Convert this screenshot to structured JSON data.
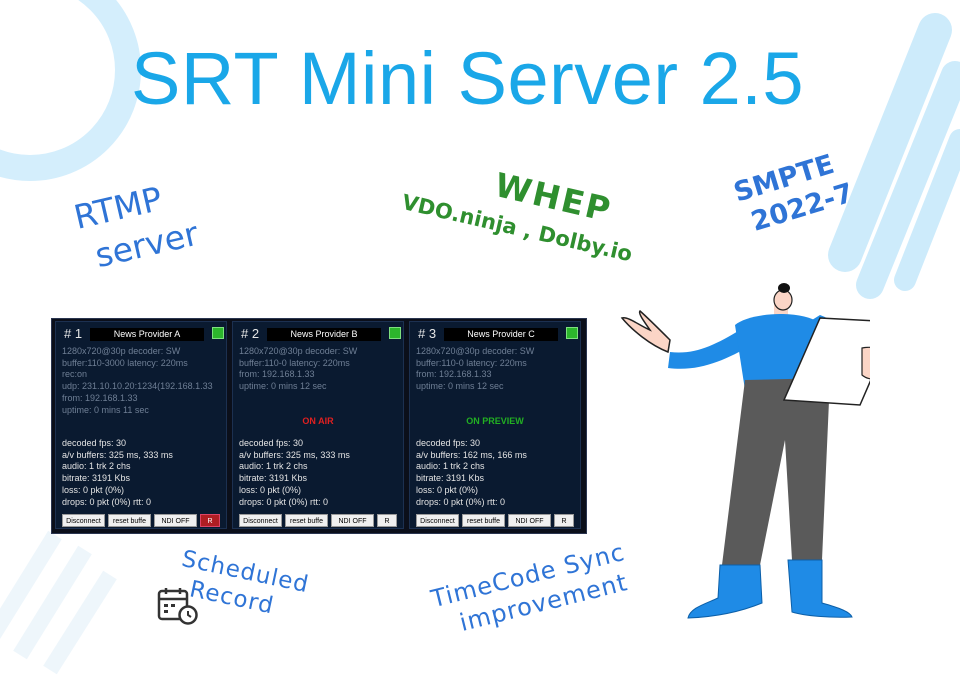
{
  "title": "SRT Mini Server 2.5",
  "features": {
    "rtmp_line1": "RTMP",
    "rtmp_line2": "server",
    "whep": "WHEP",
    "whep_sub": "VDO.ninja , Dolby.io",
    "smpte_line1": "SMPTE",
    "smpte_line2": "2022-7",
    "scheduled_line1": "Scheduled",
    "scheduled_line2": "Record",
    "timecode_line1": "TimeCode Sync",
    "timecode_line2": "improvement"
  },
  "channels": [
    {
      "number": "# 1",
      "name": "News Provider A",
      "info": [
        "1280x720@30p decoder: SW",
        "buffer:110-3000 latency: 220ms",
        "rec:on",
        "udp: 231.10.10.20:1234(192.168.1.33",
        "from: 192.168.1.33",
        "uptime:  0 mins 11 sec"
      ],
      "status": "",
      "stats": [
        "decoded fps: 30",
        "a/v buffers: 325 ms, 333 ms",
        "audio: 1 trk 2 chs",
        "bitrate: 3191 Kbs",
        "loss: 0 pkt (0%)",
        "drops: 0 pkt (0%) rtt: 0"
      ],
      "buttons": [
        "Disconnect",
        "reset buffe",
        "NDI OFF",
        "R"
      ]
    },
    {
      "number": "# 2",
      "name": "News Provider B",
      "info": [
        "1280x720@30p decoder: SW",
        "buffer:110-0 latency: 220ms",
        "from: 192.168.1.33",
        "uptime:  0 mins 12 sec"
      ],
      "status": "ON AIR",
      "stats": [
        "decoded fps: 30",
        "a/v buffers: 325 ms, 333 ms",
        "audio: 1 trk 2 chs",
        "bitrate: 3191 Kbs",
        "loss: 0 pkt (0%)",
        "drops: 0 pkt (0%) rtt: 0"
      ],
      "buttons": [
        "Disconnect",
        "reset buffe",
        "NDI OFF",
        "R"
      ]
    },
    {
      "number": "# 3",
      "name": "News Provider C",
      "info": [
        "1280x720@30p decoder: SW",
        "buffer:110-0 latency: 220ms",
        "from: 192.168.1.33",
        "uptime:  0 mins 12 sec"
      ],
      "status": "ON PREVIEW",
      "stats": [
        "decoded fps: 30",
        "a/v buffers: 162 ms, 166 ms",
        "audio: 1 trk 2 chs",
        "bitrate: 3191 Kbs",
        "loss: 0 pkt (0%)",
        "drops: 0 pkt (0%) rtt: 0"
      ],
      "buttons": [
        "Disconnect",
        "reset buffe",
        "NDI OFF",
        "R"
      ]
    }
  ],
  "colors": {
    "title": "#1aa7e8",
    "feature_blue": "#2f74d6",
    "whep_green": "#2f8f2f",
    "on_air": "#e02020",
    "on_preview": "#22b022",
    "record_red": "#b01e23"
  },
  "icons": [
    "calendar-clock-icon"
  ]
}
